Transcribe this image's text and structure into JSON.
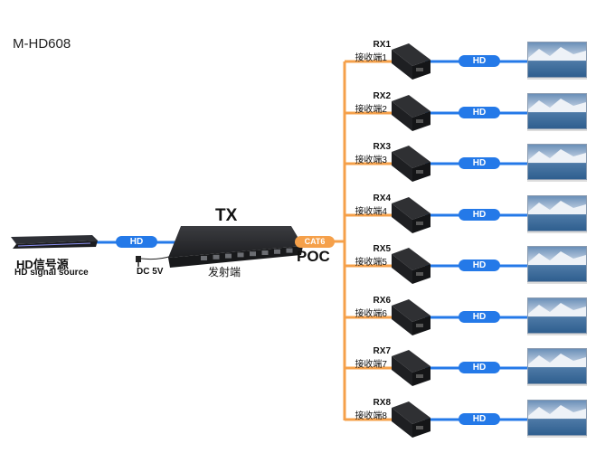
{
  "model": "M-HD608",
  "source": {
    "title_cn": "HD信号源",
    "title_en": "HD signal source",
    "link_label": "HD"
  },
  "power": {
    "label": "DC 5V"
  },
  "transmitter": {
    "title": "TX",
    "subtitle_cn": "发射端",
    "port_count": 8
  },
  "trunk": {
    "cable_label": "CAT6",
    "mode_label": "POC"
  },
  "receivers": [
    {
      "id": "RX1",
      "label_cn": "接收端1",
      "link_label": "HD"
    },
    {
      "id": "RX2",
      "label_cn": "接收端2",
      "link_label": "HD"
    },
    {
      "id": "RX3",
      "label_cn": "接收端3",
      "link_label": "HD"
    },
    {
      "id": "RX4",
      "label_cn": "接收端4",
      "link_label": "HD"
    },
    {
      "id": "RX5",
      "label_cn": "接收端5",
      "link_label": "HD"
    },
    {
      "id": "RX6",
      "label_cn": "接收端6",
      "link_label": "HD"
    },
    {
      "id": "RX7",
      "label_cn": "接收端7",
      "link_label": "HD"
    },
    {
      "id": "RX8",
      "label_cn": "接收端8",
      "link_label": "HD"
    }
  ],
  "colors": {
    "hd_link": "#2479e8",
    "cat6_link": "#f5a04a",
    "device_body": "#2a2b2e"
  }
}
